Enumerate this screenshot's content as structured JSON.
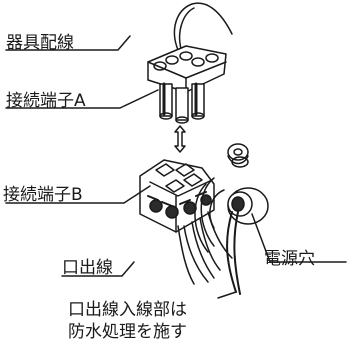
{
  "labels": {
    "fixture_wiring": "器具配線",
    "terminal_a": "接続端子A",
    "terminal_b": "接続端子B",
    "lead_wire": "口出線",
    "power_hole": "電源穴",
    "note_line1": "口出線入線部は",
    "note_line2": "防水処理を施す"
  },
  "icons": {
    "swap": "double-arrow-up-down"
  },
  "colors": {
    "ink": "#1a1a1a",
    "fill_dark": "#2b2b2b",
    "fill_light": "#ffffff"
  }
}
